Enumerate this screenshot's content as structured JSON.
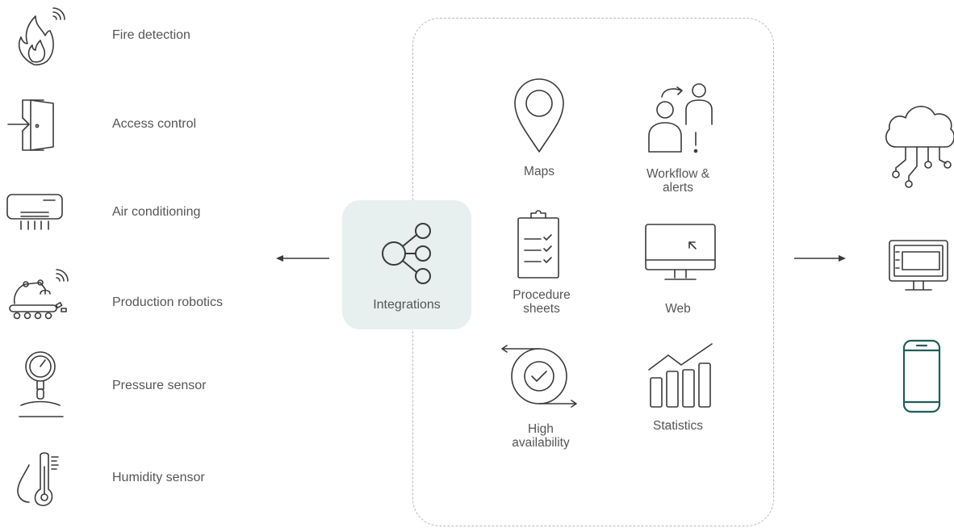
{
  "sources": [
    {
      "label": "Fire detection",
      "icon": "fire-icon"
    },
    {
      "label": "Access control",
      "icon": "door-icon"
    },
    {
      "label": "Air conditioning",
      "icon": "air-conditioner-icon"
    },
    {
      "label": "Production robotics",
      "icon": "robot-arm-icon"
    },
    {
      "label": "Pressure sensor",
      "icon": "pressure-gauge-icon"
    },
    {
      "label": "Humidity sensor",
      "icon": "thermometer-drop-icon"
    }
  ],
  "hub": {
    "label": "Integrations",
    "icon": "share-nodes-icon"
  },
  "features": [
    {
      "label": "Maps",
      "icon": "map-pin-icon"
    },
    {
      "label": "Workflow &\nalerts",
      "icon": "workflow-people-icon"
    },
    {
      "label": "Procedure\nsheets",
      "icon": "clipboard-checklist-icon"
    },
    {
      "label": "Web",
      "icon": "monitor-cursor-icon"
    },
    {
      "label": "High\navailability",
      "icon": "circular-check-icon"
    },
    {
      "label": "Statistics",
      "icon": "bar-chart-icon"
    }
  ],
  "outputs": [
    {
      "icon": "cloud-circuit-icon"
    },
    {
      "icon": "desktop-icon"
    },
    {
      "icon": "smartphone-icon"
    }
  ],
  "colors": {
    "hub_bg": "#e7efef",
    "teal": "#1f5d5a",
    "stroke": "#3a3a3a"
  }
}
